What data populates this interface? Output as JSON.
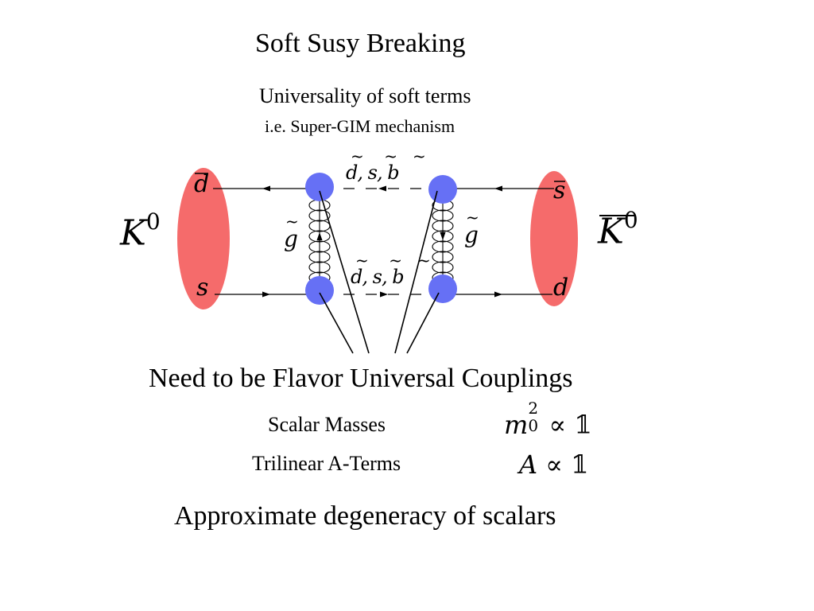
{
  "slide": {
    "title": "Soft  Susy Breaking",
    "subtitle": "Universality of soft terms",
    "subtitle2": "i.e. Super-GIM mechanism",
    "heading": "Need to be Flavor Universal Couplings",
    "row1_label": "Scalar Masses",
    "row2_label": "Trilinear A-Terms",
    "conclusion": "Approximate degeneracy of scalars"
  },
  "diagram": {
    "left_meson": "K",
    "left_meson_sup": "0",
    "right_meson": "K",
    "right_meson_sup": "0",
    "left_top_quark": "d",
    "left_bottom_quark": "s",
    "right_top_quark": "s",
    "right_bottom_quark": "d",
    "squarks_top": "d, s, b",
    "squarks_bottom": "d, s, b",
    "gluino_left": "g",
    "gluino_right": "g",
    "colors": {
      "meson_blob": "#f56b6b",
      "vertex": "#6670f5",
      "line": "#000000"
    }
  },
  "formulas": {
    "m_base": "m",
    "m_sup": "2",
    "m_sub": "0",
    "A": "A",
    "propto": "∝",
    "unit": "𝟙"
  }
}
